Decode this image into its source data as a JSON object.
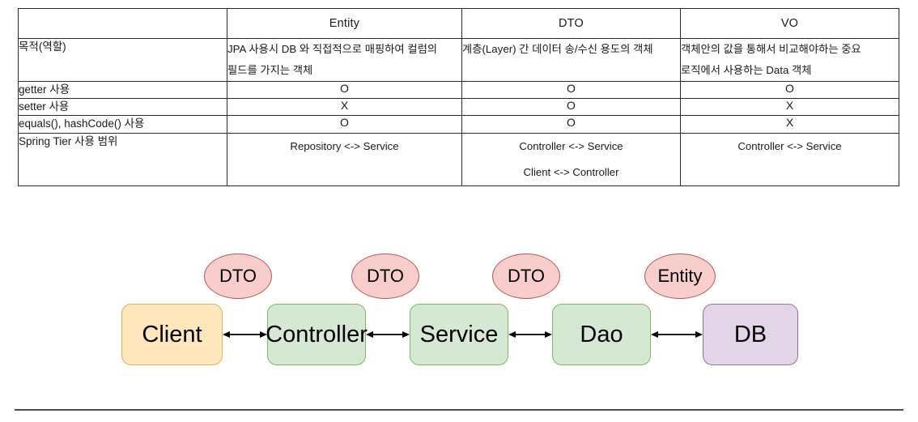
{
  "table": {
    "columns": [
      "",
      "Entity",
      "DTO",
      "VO"
    ],
    "rows": [
      {
        "label": "목적(역할)",
        "type": "desc",
        "cells": [
          "JPA 사용시 DB 와 직접적으로 매핑하여 컬럼의 필드를 가지는 객체",
          "계층(Layer) 간 데이터 송/수신 용도의 객체",
          "객체안의 값을 통해서 비교해야하는 중요 로직에서 사용하는 Data 객체"
        ]
      },
      {
        "label": "getter 사용",
        "type": "mark",
        "cells": [
          "O",
          "O",
          "O"
        ]
      },
      {
        "label": "setter 사용",
        "type": "mark",
        "cells": [
          "X",
          "O",
          "X"
        ]
      },
      {
        "label": "equals(), hashCode() 사용",
        "type": "mark",
        "cells": [
          "O",
          "O",
          "X"
        ]
      },
      {
        "label": "Spring Tier 사용 범위",
        "type": "tier",
        "cells": [
          [
            "Repository <-> Service"
          ],
          [
            "Controller <-> Service",
            "Client <-> Controller"
          ],
          [
            "Controller <-> Service"
          ]
        ]
      }
    ]
  },
  "diagram": {
    "bubbles": [
      {
        "label": "DTO"
      },
      {
        "label": "DTO"
      },
      {
        "label": "DTO"
      },
      {
        "label": "Entity"
      }
    ],
    "nodes": [
      {
        "label": "Client"
      },
      {
        "label": "Controller"
      },
      {
        "label": "Service"
      },
      {
        "label": "Dao"
      },
      {
        "label": "DB"
      }
    ],
    "connector_count": 4
  },
  "colors": {
    "bubble_fill": "#f8cecc",
    "bubble_stroke": "#b85450",
    "client_fill": "#ffe6bd",
    "client_stroke": "#d6b656",
    "green_fill": "#d5e8d4",
    "green_stroke": "#82b366",
    "db_fill": "#e1d5e7",
    "db_stroke": "#9673a6",
    "table_border": "#2a2a2a",
    "rule": "#4d4d4d"
  }
}
